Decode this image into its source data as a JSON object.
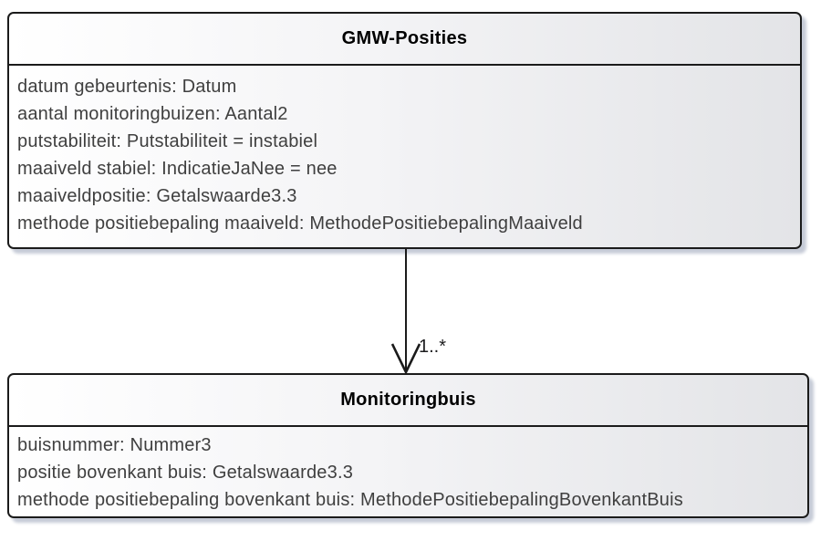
{
  "diagram": {
    "type": "uml-class-diagram",
    "classes": [
      {
        "name": "GMW-Posities",
        "attributes": [
          "datum gebeurtenis: Datum",
          "aantal monitoringbuizen: Aantal2",
          "putstabiliteit: Putstabiliteit = instabiel",
          "maaiveld stabiel: IndicatieJaNee = nee",
          "maaiveldpositie: Getalswaarde3.3",
          "methode positiebepaling maaiveld: MethodePositiebepalingMaaiveld"
        ]
      },
      {
        "name": "Monitoringbuis",
        "attributes": [
          "buisnummer: Nummer3",
          "positie bovenkant buis: Getalswaarde3.3",
          "methode positiebepaling bovenkant buis: MethodePositiebepalingBovenkantBuis"
        ]
      }
    ],
    "association": {
      "from": "GMW-Posities",
      "to": "Monitoringbuis",
      "multiplicity": "1..*",
      "arrow_style": "open-arrowhead"
    },
    "colors": {
      "border": "#1b1b1b",
      "fill_left": "#ffffff",
      "fill_right": "#e3e4e7",
      "shadow": "#c6cbd7",
      "attribute_text": "#3f3f3f",
      "title_text": "#000000"
    }
  }
}
